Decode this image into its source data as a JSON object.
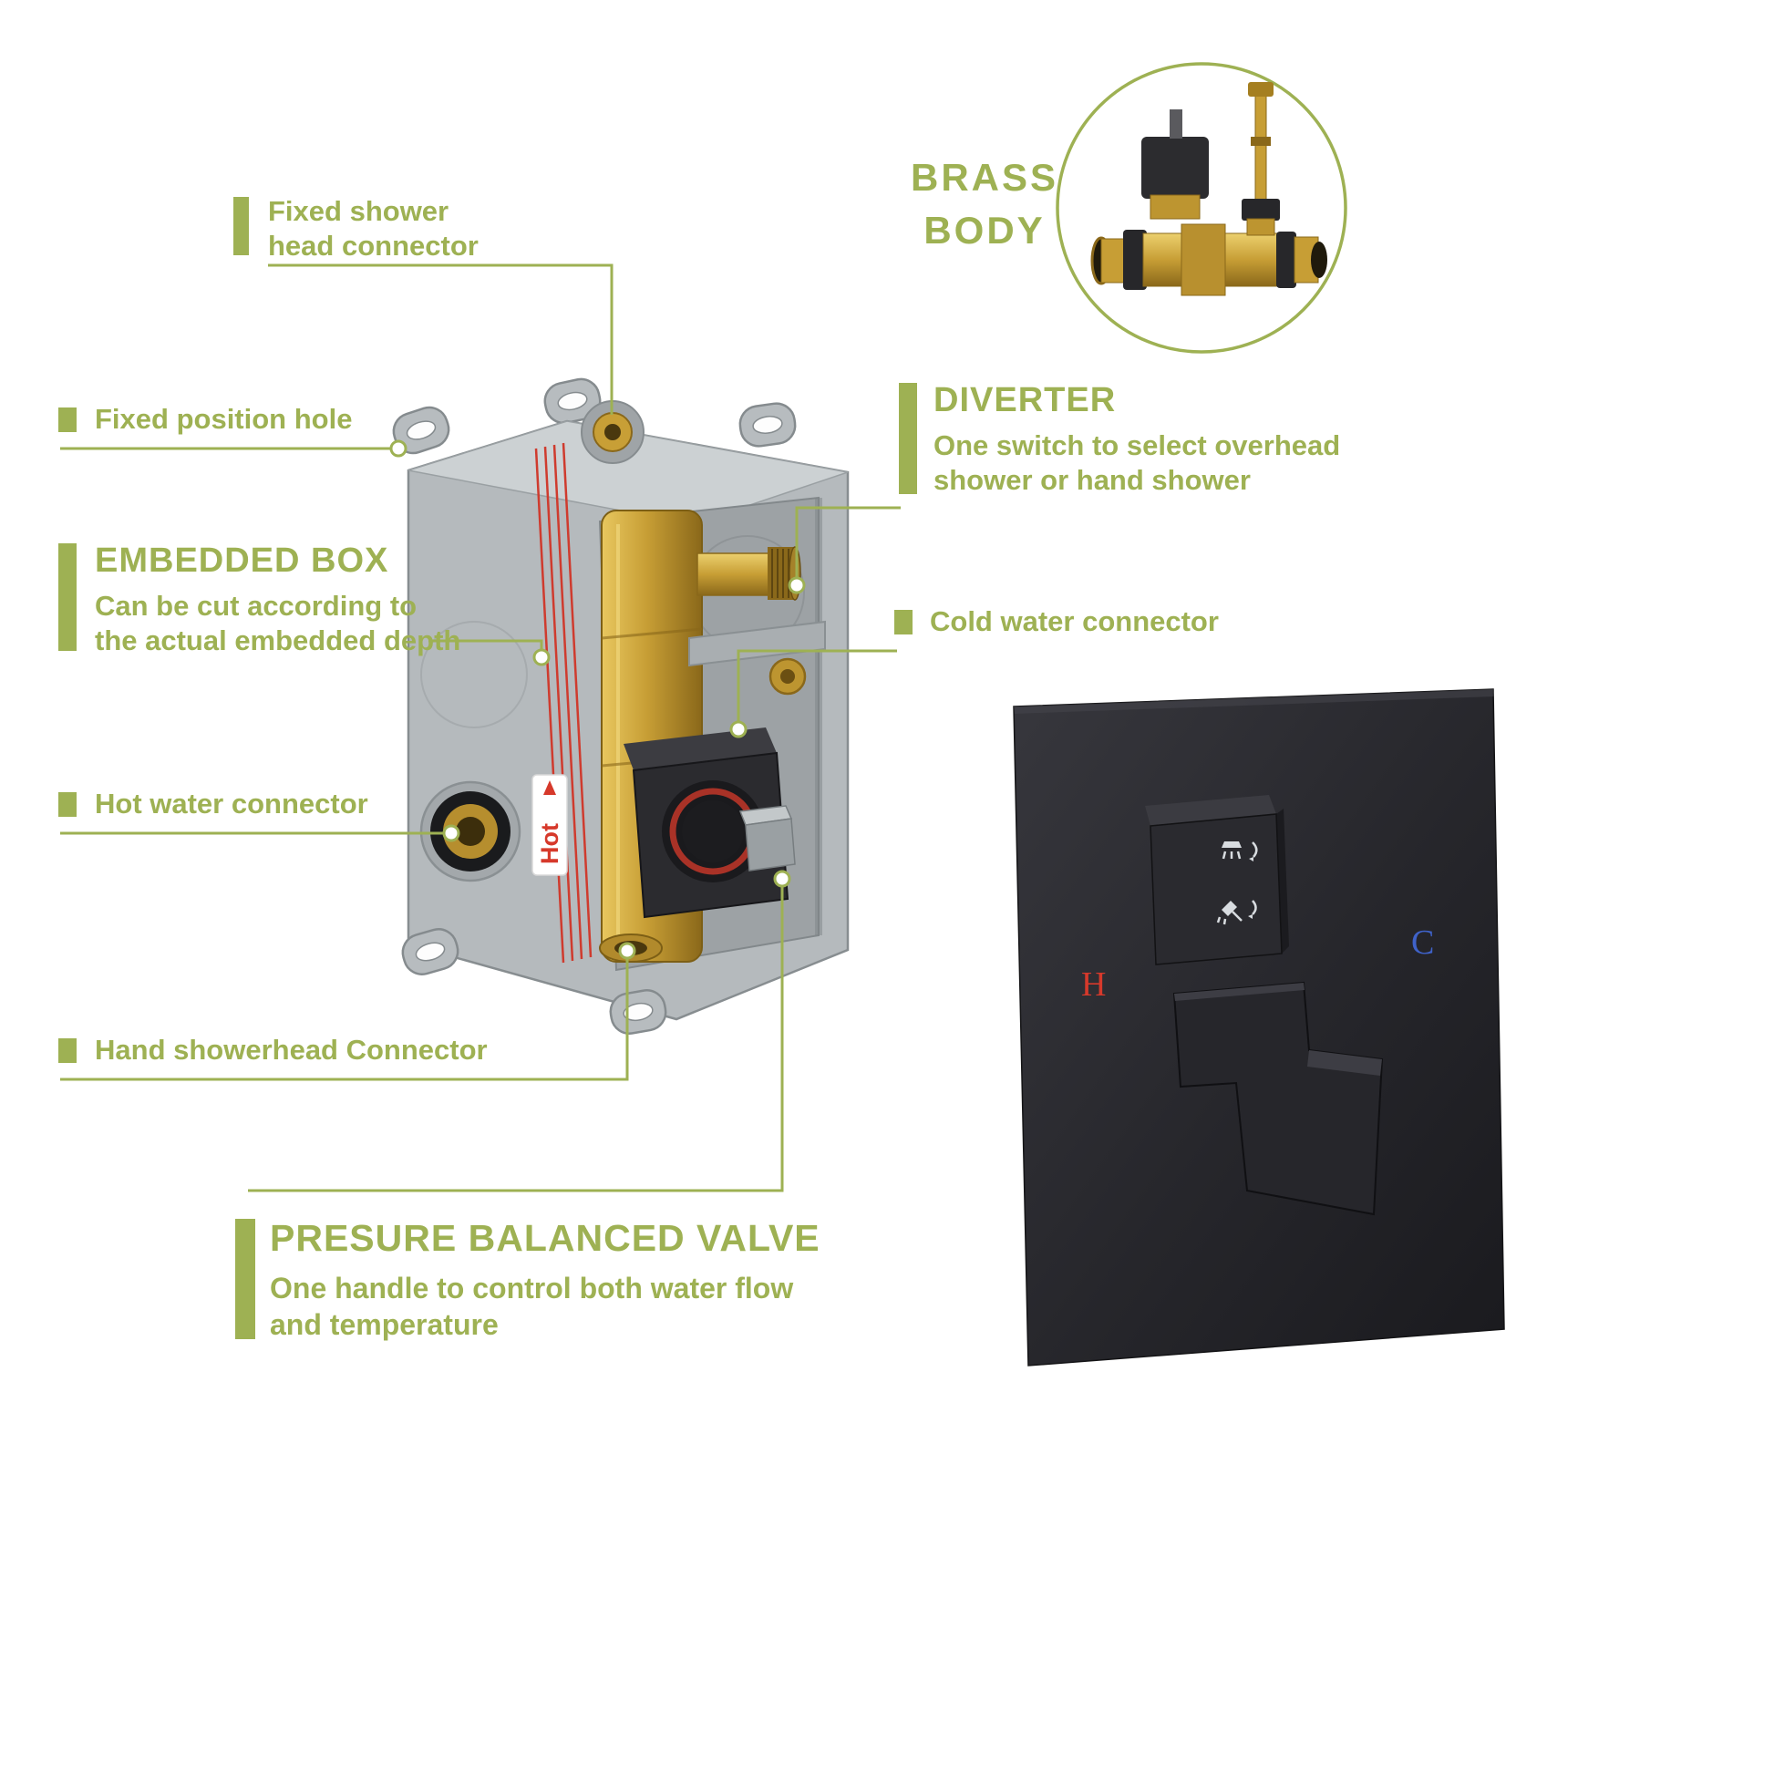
{
  "colors": {
    "accent_green": "#9eb153",
    "brass_gold": "#c79e35",
    "hot_red": "#d6392b",
    "cold_blue": "#3f62c9",
    "box_gray": "#b5babd",
    "trim_black": "#26262b"
  },
  "callouts": {
    "fixed_shower_head": {
      "lines": [
        "Fixed shower",
        "head connector"
      ]
    },
    "fixed_position_hole": {
      "label": "Fixed position hole"
    },
    "embedded_box": {
      "title": "EMBEDDED BOX",
      "desc_lines": [
        "Can be cut according to",
        "the actual embedded depth"
      ]
    },
    "hot_water": {
      "label": "Hot water connector"
    },
    "hand_shower": {
      "label": "Hand showerhead Connector"
    },
    "diverter": {
      "title": "DIVERTER",
      "desc_lines": [
        "One switch to select overhead",
        "shower or hand shower"
      ]
    },
    "cold_water": {
      "label": "Cold water connector"
    },
    "pressure_valve": {
      "title": "PRESURE BALANCED VALVE",
      "desc_lines": [
        "One handle to control both water flow",
        "and temperature"
      ]
    },
    "brass_body": {
      "lines": [
        "BRASS",
        "BODY"
      ]
    }
  },
  "diagram": {
    "hot_sticker": "Hot",
    "trim_hot_label": "H",
    "trim_cold_label": "C"
  }
}
